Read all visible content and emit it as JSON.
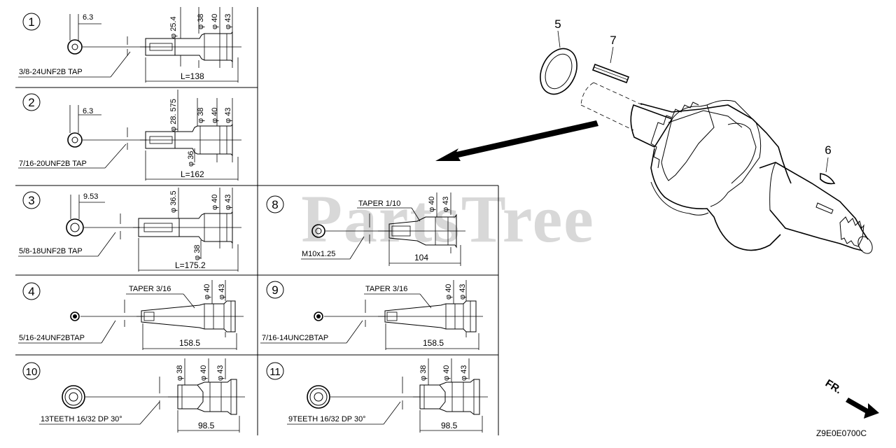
{
  "watermark": "PartsTree",
  "drawing_code": "Z9E0E0700C",
  "front_label": "FR.",
  "callouts": {
    "p5": "5",
    "p6": "6",
    "p7": "7"
  },
  "panels": {
    "p1": {
      "num": "1",
      "tap": "3/8-24UNF2B TAP",
      "offset": "6.3",
      "d1": "φ 25.4",
      "d2": "φ 38",
      "d3": "φ 40",
      "d4": "φ 43",
      "len": "L=138"
    },
    "p2": {
      "num": "2",
      "tap": "7/16-20UNF2B TAP",
      "offset": "6.3",
      "d1": "φ 28. 575",
      "d2": "φ 38",
      "d3": "φ 40",
      "d4": "φ 43",
      "d5": "φ 36",
      "len": "L=162"
    },
    "p3": {
      "num": "3",
      "tap": "5/8-18UNF2B TAP",
      "offset": "9.53",
      "d1": "φ 36.5",
      "d3": "φ 40",
      "d4": "φ 43",
      "d2": "φ 38",
      "len": "L=175.2"
    },
    "p4": {
      "num": "4",
      "tap": "5/16-24UNF2BTAP",
      "taper": "TAPER 3/16",
      "d3": "φ 40",
      "d4": "φ 43",
      "len": "158.5"
    },
    "p8": {
      "num": "8",
      "tap": "M10x1.25",
      "taper": "TAPER 1/10",
      "d3": "φ 40",
      "d4": "φ 43",
      "len": "104"
    },
    "p9": {
      "num": "9",
      "tap": "7/16-14UNC2BTAP",
      "taper": "TAPER 3/16",
      "d3": "φ 40",
      "d4": "φ 43",
      "len": "158.5"
    },
    "p10": {
      "num": "10",
      "tap": "13TEETH 16/32 DP 30°",
      "d2": "φ 38",
      "d3": "φ 40",
      "d4": "φ 43",
      "len": "98.5"
    },
    "p11": {
      "num": "11",
      "tap": "9TEETH 16/32 DP 30°",
      "d2": "φ 38",
      "d3": "φ 40",
      "d4": "φ 43",
      "len": "98.5"
    }
  }
}
